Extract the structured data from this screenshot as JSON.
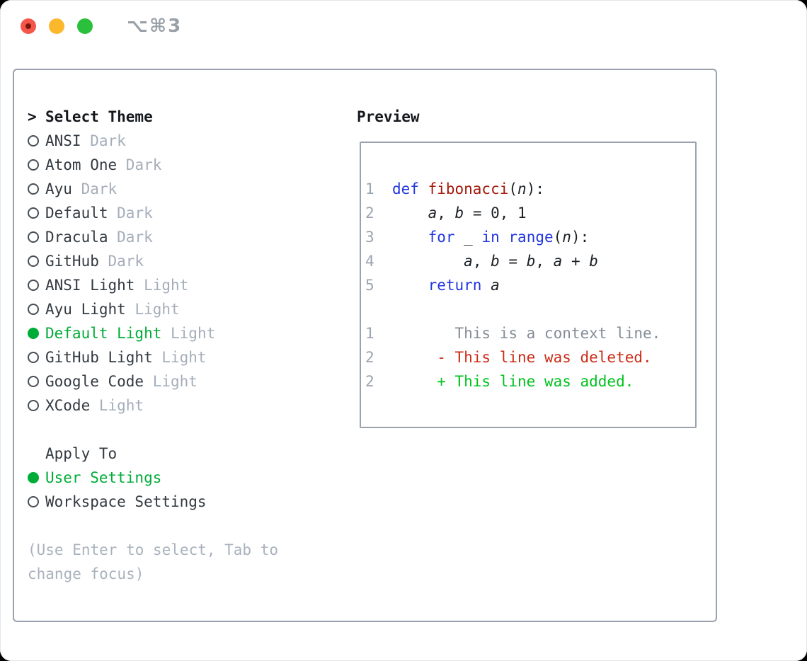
{
  "titlebar": {
    "title": "⌥⌘3",
    "buttons": [
      {
        "id": "close-button",
        "icon": "traffic-light-red-icon",
        "color": "#f4564b"
      },
      {
        "id": "minimize-button",
        "icon": "traffic-light-yellow-icon",
        "color": "#fbb82c"
      },
      {
        "id": "maximize-button",
        "icon": "traffic-light-green-icon",
        "color": "#2bc03c"
      }
    ]
  },
  "panel": {
    "select_theme": {
      "prefix": ">",
      "label": "Select Theme"
    },
    "themes": [
      {
        "name": "ANSI",
        "variant": "Dark",
        "selected": false
      },
      {
        "name": "Atom One",
        "variant": "Dark",
        "selected": false
      },
      {
        "name": "Ayu",
        "variant": "Dark",
        "selected": false
      },
      {
        "name": "Default",
        "variant": "Dark",
        "selected": false
      },
      {
        "name": "Dracula",
        "variant": "Dark",
        "selected": false
      },
      {
        "name": "GitHub",
        "variant": "Dark",
        "selected": false
      },
      {
        "name": "ANSI Light",
        "variant": "Light",
        "selected": false
      },
      {
        "name": "Ayu Light",
        "variant": "Light",
        "selected": false
      },
      {
        "name": "Default Light",
        "variant": "Light",
        "selected": true
      },
      {
        "name": "GitHub Light",
        "variant": "Light",
        "selected": false
      },
      {
        "name": "Google Code",
        "variant": "Light",
        "selected": false
      },
      {
        "name": "XCode",
        "variant": "Light",
        "selected": false
      }
    ],
    "apply_to": {
      "label": "Apply To",
      "options": [
        {
          "label": "User Settings",
          "selected": true
        },
        {
          "label": "Workspace Settings",
          "selected": false
        }
      ]
    },
    "hint": "(Use Enter to select, Tab to change focus)",
    "preview": {
      "label": "Preview",
      "code_lines": [
        {
          "no": "1",
          "tokens": [
            {
              "t": "def ",
              "c": "kw"
            },
            {
              "t": "fibonacci",
              "c": "fn"
            },
            {
              "t": "(",
              "c": "pl"
            },
            {
              "t": "n",
              "c": "var"
            },
            {
              "t": "):",
              "c": "pl"
            }
          ]
        },
        {
          "no": "2",
          "tokens": [
            {
              "t": "    ",
              "c": "pl"
            },
            {
              "t": "a",
              "c": "var"
            },
            {
              "t": ", ",
              "c": "pl"
            },
            {
              "t": "b",
              "c": "var"
            },
            {
              "t": " = 0, 1",
              "c": "pl"
            }
          ]
        },
        {
          "no": "3",
          "tokens": [
            {
              "t": "    ",
              "c": "pl"
            },
            {
              "t": "for",
              "c": "kw"
            },
            {
              "t": " _ ",
              "c": "pl"
            },
            {
              "t": "in",
              "c": "kw"
            },
            {
              "t": " ",
              "c": "pl"
            },
            {
              "t": "range",
              "c": "kw"
            },
            {
              "t": "(",
              "c": "pl"
            },
            {
              "t": "n",
              "c": "var"
            },
            {
              "t": "):",
              "c": "pl"
            }
          ]
        },
        {
          "no": "4",
          "tokens": [
            {
              "t": "        ",
              "c": "pl"
            },
            {
              "t": "a",
              "c": "var"
            },
            {
              "t": ", ",
              "c": "pl"
            },
            {
              "t": "b",
              "c": "var"
            },
            {
              "t": " = ",
              "c": "pl"
            },
            {
              "t": "b",
              "c": "var"
            },
            {
              "t": ", ",
              "c": "pl"
            },
            {
              "t": "a",
              "c": "var"
            },
            {
              "t": " + ",
              "c": "pl"
            },
            {
              "t": "b",
              "c": "var"
            }
          ]
        },
        {
          "no": "5",
          "tokens": [
            {
              "t": "    ",
              "c": "pl"
            },
            {
              "t": "return",
              "c": "kw"
            },
            {
              "t": " ",
              "c": "pl"
            },
            {
              "t": "a",
              "c": "var"
            }
          ]
        },
        {
          "no": "",
          "tokens": []
        },
        {
          "no": "1",
          "tokens": [
            {
              "t": "       This is a context line.",
              "c": "ctx"
            }
          ]
        },
        {
          "no": "2",
          "tokens": [
            {
              "t": "     - This line was deleted.",
              "c": "del"
            }
          ]
        },
        {
          "no": "2",
          "tokens": [
            {
              "t": "     + This line was added.",
              "c": "add"
            }
          ]
        }
      ]
    }
  },
  "colors": {
    "selected_green": "#00ac38",
    "added_green": "#00c21d",
    "deleted_red": "#cc2c17",
    "keyword_blue": "#2135e0",
    "function_red": "#a4180b",
    "line_number_gray": "#9aa4b0",
    "context_gray": "#848d96",
    "muted_suffix_gray": "#a4aeba",
    "panel_border_gray": "#9aa3ad",
    "title_gray": "#9aa0a7"
  }
}
